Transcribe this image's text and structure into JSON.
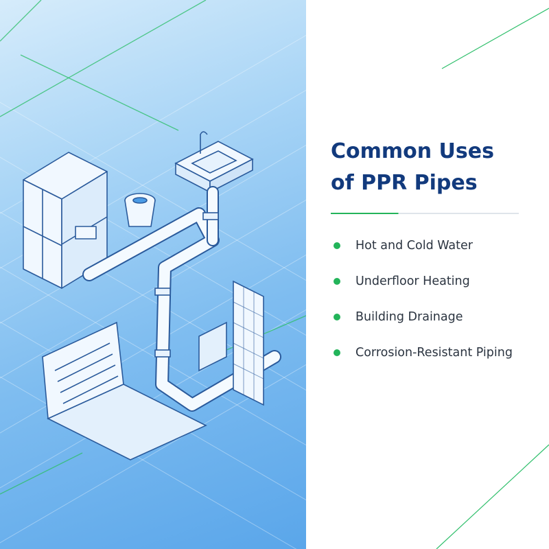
{
  "title": {
    "line1": "Common Uses",
    "line2": "of PPR Pipes"
  },
  "colors": {
    "title": "#123a7d",
    "accent_green": "#23b45a",
    "bullet_text": "#2b3440",
    "illustration_blue": "#5aa6ea"
  },
  "bullets": [
    {
      "text": "Hot and Cold Water"
    },
    {
      "text": "Underfloor Heating"
    },
    {
      "text": "Building Drainage"
    },
    {
      "text": "Corrosion-Resistant Piping"
    }
  ],
  "illustration": {
    "icons": [
      "kitchen-cabinet-icon",
      "toilet-icon",
      "sink-icon",
      "drainage-pipe-icon",
      "underfloor-heating-icon",
      "shower-wall-icon"
    ]
  }
}
